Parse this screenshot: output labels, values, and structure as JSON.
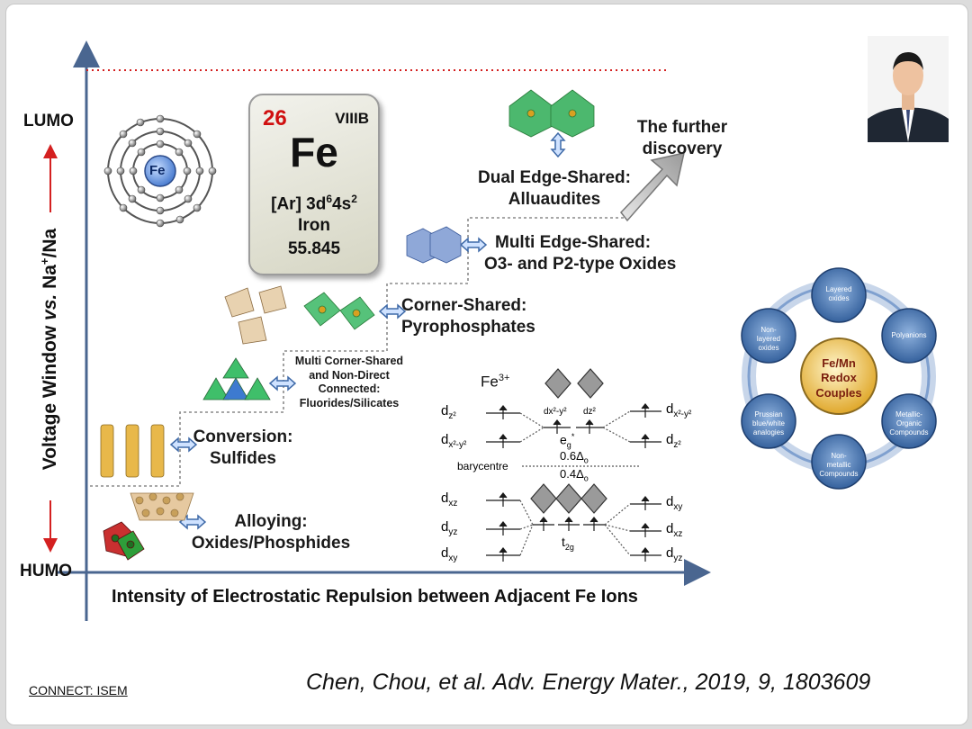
{
  "axes": {
    "y_label_1": "Voltage Window ",
    "y_label_vs": "vs.",
    "y_label_2": " Na",
    "y_label_sup": "+",
    "y_label_3": "/Na",
    "x_label": "Intensity of Electrostatic Repulsion between Adjacent Fe Ions",
    "lumo": "LUMO",
    "humo": "HUMO"
  },
  "element": {
    "number": "26",
    "group": "VIIIB",
    "symbol": "Fe",
    "config_base": "[Ar] 3d",
    "config_d": "6",
    "config_mid": "4s",
    "config_s": "2",
    "name": "Iron",
    "mass": "55.845",
    "atom_label": "Fe"
  },
  "nodes": {
    "alloying_1": "Alloying:",
    "alloying_2": "Oxides/Phosphides",
    "conversion_1": "Conversion:",
    "conversion_2": "Sulfides",
    "multi_corner_1": "Multi Corner-Shared",
    "multi_corner_2": "and Non-Direct",
    "multi_corner_3": "Connected:",
    "multi_corner_4": "Fluorides/Silicates",
    "corner_1": "Corner-Shared:",
    "corner_2": "Pyrophosphates",
    "multi_edge_1": "Multi Edge-Shared:",
    "multi_edge_2": "O3- and P2-type Oxides",
    "dual_edge_1": "Dual Edge-Shared:",
    "dual_edge_2": "Alluaudites",
    "further_1": "The further",
    "further_2": "discovery"
  },
  "orbitals": {
    "ion": "Fe",
    "ion_charge": "3+",
    "barycentre": "barycentre",
    "eg": "e",
    "eg_sub": "g",
    "eg_sup": "*",
    "t2g": "t",
    "t2g_sub": "2g",
    "delta_06": "0.6Δ",
    "delta_04": "0.4Δ",
    "delta_sub": "o",
    "left": [
      {
        "base": "d",
        "sub": "z²"
      },
      {
        "base": "d",
        "sub": "x²-y²"
      },
      {
        "base": "d",
        "sub": "xz"
      },
      {
        "base": "d",
        "sub": "yz"
      },
      {
        "base": "d",
        "sub": "xy"
      }
    ],
    "right": [
      {
        "base": "d",
        "sub": "x²-y²"
      },
      {
        "base": "d",
        "sub": "z²"
      },
      {
        "base": "d",
        "sub": "xy"
      },
      {
        "base": "d",
        "sub": "xz"
      },
      {
        "base": "d",
        "sub": "yz"
      }
    ],
    "mid_top_1": "dx²-y²",
    "mid_top_2": "dz²"
  },
  "wheel": {
    "center_1": "Fe/Mn",
    "center_2": "Redox",
    "center_3": "Couples",
    "items": [
      {
        "l1": "Layered",
        "l2": "oxides"
      },
      {
        "l1": "Polyanions",
        "l2": ""
      },
      {
        "l1": "Metallic-",
        "l2": "Organic",
        "l3": "Compounds"
      },
      {
        "l1": "Non-",
        "l2": "metallic",
        "l3": "Compounds"
      },
      {
        "l1": "Prussian",
        "l2": "blue/white",
        "l3": "analogies"
      },
      {
        "l1": "Non-",
        "l2": "layered",
        "l3": "oxides"
      }
    ]
  },
  "footer": {
    "connect": "CONNECT: ISEM",
    "citation": "Chen, Chou, et al. Adv. Energy Mater., 2019, 9, 1803609"
  },
  "colors": {
    "axis": "#4a6690",
    "red_dotted": "#d42020",
    "wheel_blue": "#2f5f9e",
    "wheel_center": "#f0c04a"
  }
}
